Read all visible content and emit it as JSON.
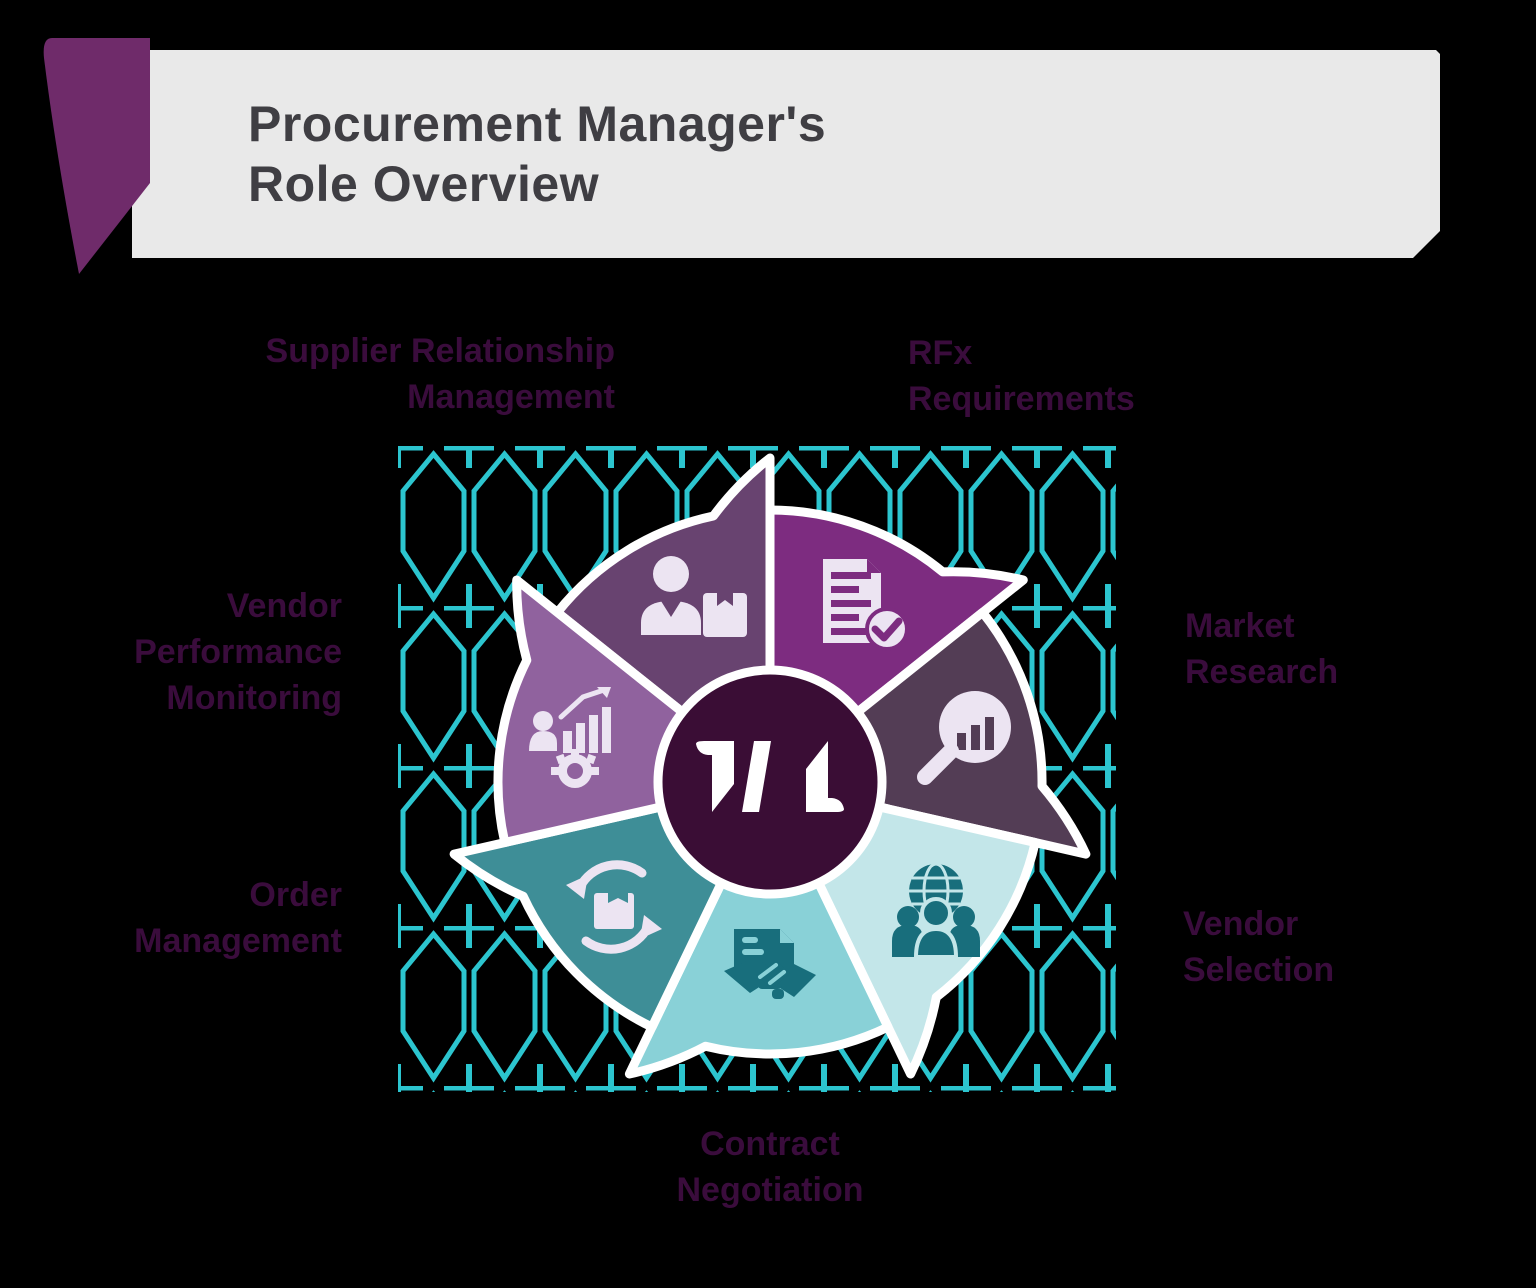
{
  "header": {
    "title_lines": [
      "Procurement Manager's",
      "Role Overview"
    ],
    "banner_color": "#e9e9e9",
    "ribbon_color": "#6f2b6a",
    "title_color": "#3f3e43"
  },
  "pattern": {
    "color": "#2cc5cf"
  },
  "center": {
    "fill": "#3a0d35",
    "ring_color": "#ffffff",
    "logo": "w-monogram",
    "logo_color": "#ffffff"
  },
  "icon_colors": {
    "light": "#ece4f2",
    "teal_dark": "#186e7c"
  },
  "wheel": {
    "label_color": "#3a0c3c",
    "outline_color": "#ffffff",
    "segments": [
      {
        "id": "supplier-relationship-management",
        "color": "#684370",
        "icon": "person-package-icon",
        "lines": [
          "Supplier Relationship",
          "Management"
        ]
      },
      {
        "id": "rfx-requirements",
        "color": "#7d2c80",
        "icon": "document-check-icon",
        "lines": [
          "RFx",
          "Requirements"
        ]
      },
      {
        "id": "market-research",
        "color": "#533d55",
        "icon": "magnifier-chart-icon",
        "lines": [
          "Market",
          "Research"
        ]
      },
      {
        "id": "vendor-selection",
        "color": "#c3e6e9",
        "icon": "people-globe-icon",
        "lines": [
          "Vendor",
          "Selection"
        ]
      },
      {
        "id": "contract-negotiation",
        "color": "#89d1d7",
        "icon": "handshake-document-icon",
        "lines": [
          "Contract",
          "Negotiation"
        ]
      },
      {
        "id": "order-management",
        "color": "#3e8e97",
        "icon": "box-cycle-icon",
        "lines": [
          "Order",
          "Management"
        ]
      },
      {
        "id": "vendor-performance-monitoring",
        "color": "#90629e",
        "icon": "person-gear-chart-icon",
        "lines": [
          "Vendor",
          "Performance",
          "Monitoring"
        ]
      }
    ]
  }
}
